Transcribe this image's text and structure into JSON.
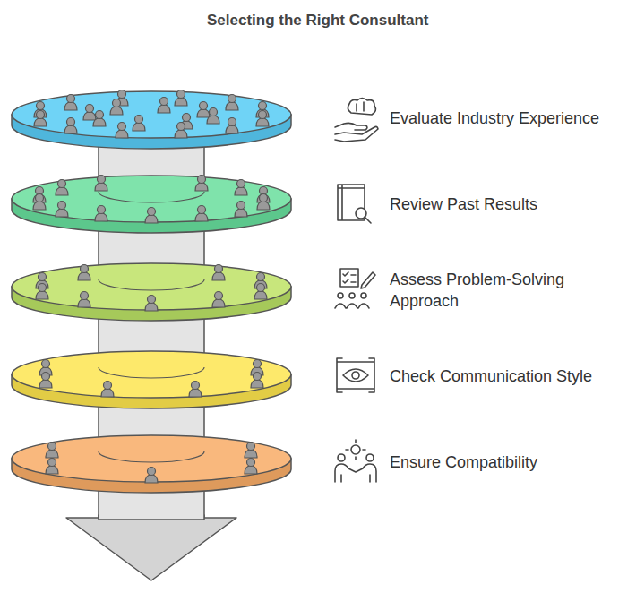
{
  "diagram": {
    "title": "Selecting the Right Consultant",
    "labels": [
      "Evaluate Industry Experience",
      "Review Past Results",
      "Assess Problem-Solving Approach",
      "Check Communication Style",
      "Ensure Compatibility"
    ]
  }
}
